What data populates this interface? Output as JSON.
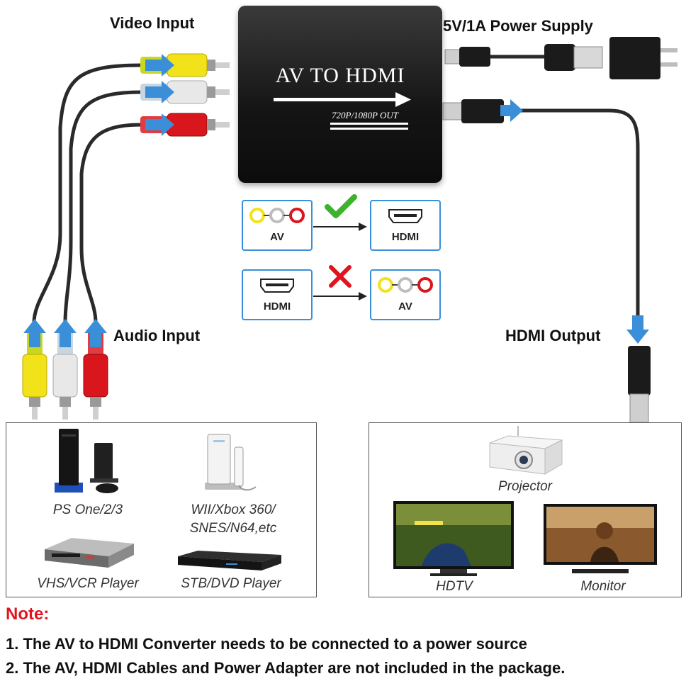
{
  "labels": {
    "video_input": "Video Input",
    "power_supply": "5V/1A Power Supply",
    "audio_input": "Audio Input",
    "hdmi_output": "HDMI Output"
  },
  "device": {
    "title": "AV TO HDMI",
    "subtitle": "720P/1080P OUT"
  },
  "compat": {
    "row1_left": "AV",
    "row1_right": "HDMI",
    "row2_left": "HDMI",
    "row2_right": "AV"
  },
  "sources": {
    "ps": "PS One/2/3",
    "wii_line1": "WII/Xbox 360/",
    "wii_line2": "SNES/N64,etc",
    "vhs": "VHS/VCR Player",
    "stb": "STB/DVD Player"
  },
  "outputs": {
    "projector": "Projector",
    "hdtv": "HDTV",
    "monitor": "Monitor"
  },
  "notes": {
    "title": "Note:",
    "line1": "1. The AV to HDMI Converter needs to be connected to a power source",
    "line2": "2. The AV, HDMI Cables and Power Adapter are not included in the package."
  },
  "colors": {
    "yellow": "#f2e21a",
    "white": "#e8e8e8",
    "red": "#d8161c",
    "accent_blue": "#3a8fd8",
    "note_red": "#e0141e"
  }
}
